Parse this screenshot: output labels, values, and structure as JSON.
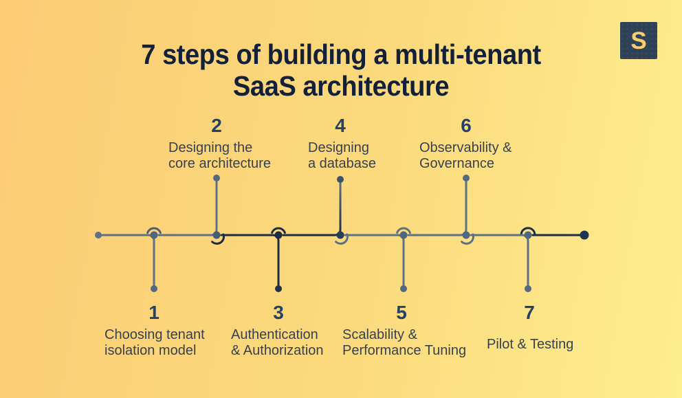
{
  "title": {
    "line1": "7 steps of building a multi-tenant",
    "line2": "SaaS architecture"
  },
  "logo": {
    "letter": "S"
  },
  "steps": [
    {
      "number": "1",
      "position": "below",
      "label_lines": [
        "Choosing tenant",
        "isolation model"
      ]
    },
    {
      "number": "2",
      "position": "above",
      "label_lines": [
        "Designing the",
        "core architecture"
      ]
    },
    {
      "number": "3",
      "position": "below",
      "label_lines": [
        "Authentication",
        "& Authorization"
      ]
    },
    {
      "number": "4",
      "position": "above",
      "label_lines": [
        "Designing",
        "a database"
      ]
    },
    {
      "number": "5",
      "position": "below",
      "label_lines": [
        "Scalability &",
        "Performance Tuning"
      ]
    },
    {
      "number": "6",
      "position": "above",
      "label_lines": [
        "Observability &",
        "Governance"
      ]
    },
    {
      "number": "7",
      "position": "below",
      "label_lines": [
        "Pilot & Testing"
      ]
    }
  ],
  "colors": {
    "background_left": "#fccc75",
    "background_right": "#fdee90",
    "line_slate": "#5c7187",
    "line_navy": "#1c2c47",
    "title_text": "#132038",
    "number_text": "#254166",
    "label_text": "#38404e",
    "logo_background": "#2f4156",
    "logo_letter": "#f6cd70"
  }
}
